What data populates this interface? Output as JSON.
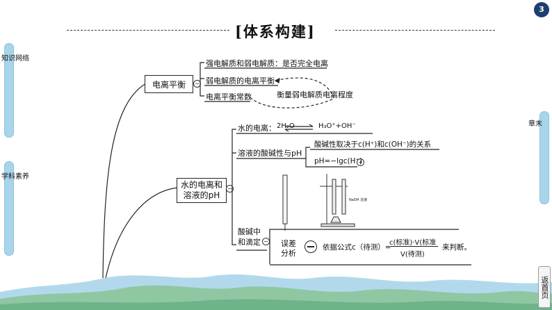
{
  "page": {
    "number": "3",
    "title": "[体系构建]"
  },
  "side_tabs": {
    "left_top_label": "知识网络",
    "left_bottom_label": "学科素养",
    "right_label": "章末"
  },
  "nav": {
    "return_home": "返首页"
  },
  "mindmap": {
    "node1": {
      "label": "电离平衡",
      "items": [
        "强电解质和弱电解质：是否完全电离",
        "弱电解质的电离平衡",
        "电离平衡常数"
      ],
      "note": "衡量弱电解质电离程度"
    },
    "node2": {
      "label_line1": "水的电离和",
      "label_line2": "溶液的pH",
      "water_ionization_label": "水的电离：",
      "water_ionization_left": "2H₂O",
      "water_ionization_right": "H₃O⁺+OH⁻",
      "acidity_label": "溶液的酸碱性与pH",
      "acidity_items": [
        "酸碱性取决于c(H⁺)和c(OH⁻)的关系",
        "pH=−lgc(H⁺)"
      ],
      "titration_label_line1": "酸碱中",
      "titration_label_line2": "和滴定",
      "apparatus_label": "NaOH 溶液",
      "error_label_line1": "误差",
      "error_label_line2": "分析",
      "error_formula_prefix": "依据公式c（待测）=",
      "error_formula_numerator": "c(标准)·V(标准",
      "error_formula_denominator": "V(待测)",
      "error_formula_suffix": "来判断。"
    }
  },
  "colors": {
    "tab": "#a9d4ea",
    "badge": "#1d3f6e",
    "mountain_green": "#8fc7a3",
    "mountain_blue": "#9fd0e6"
  }
}
